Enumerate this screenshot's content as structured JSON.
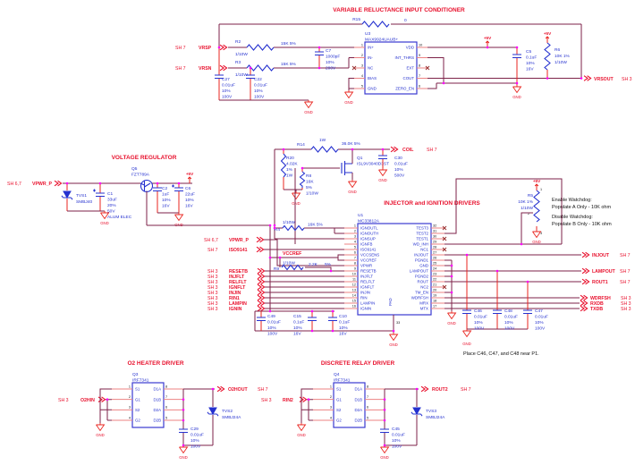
{
  "misc": {
    "gnd": "GND",
    "p5v": "+5V"
  },
  "vr": {
    "title": "VARIABLE RELUCTANCE INPUT CONDITIONER",
    "vrsp_sh": "SH 7",
    "vrsp": "VRSP",
    "vrsn_sh": "SH 7",
    "vrsn": "VRSN",
    "r15": [
      "R15",
      "0"
    ],
    "r2": [
      "R2",
      "1/10W",
      "15K 5%"
    ],
    "r3": [
      "R3",
      "1/10W",
      "15K 5%"
    ],
    "c7": [
      "C7",
      "1000pF",
      "10%",
      "200V"
    ],
    "c27": [
      "C27",
      "0.01uF",
      "10%",
      "100V"
    ],
    "c22": [
      "C22",
      "0.01uF",
      "10%",
      "100V"
    ],
    "u3": {
      "ref": "U3",
      "part": "MAX9924UAUB+",
      "left": [
        [
          "1",
          "IN+"
        ],
        [
          "2",
          "IN-"
        ],
        [
          "3",
          "NC",
          "x"
        ],
        [
          "4",
          "BIAS"
        ],
        [
          "5",
          "GND"
        ]
      ],
      "right": [
        [
          "10",
          "VDD"
        ],
        [
          "9",
          "INT_THRS"
        ],
        [
          "8",
          "EXT",
          "x"
        ],
        [
          "7",
          "COUT"
        ],
        [
          "6",
          "ZERO_EN"
        ]
      ]
    },
    "c5": [
      "C5",
      "0.1uF",
      "10%",
      "16V"
    ],
    "r6": [
      "R6",
      "10K 1%",
      "1/10W"
    ],
    "vrsout": "VRSOUT",
    "vrsout_sh": "SH 3"
  },
  "vreg": {
    "title": "VOLTAGE REGULATOR",
    "in_sh": "SH 6,7",
    "in_name": "VPWR_P",
    "tvs1": [
      "TVS1",
      "SMBJ40"
    ],
    "c1": [
      "C1",
      "33uF",
      "20%",
      "50V",
      "ALUM ELEC"
    ],
    "q5": [
      "Q5",
      "FZT789A"
    ],
    "c2": [
      "C2",
      "1uF",
      "10%",
      "16V"
    ],
    "c6": [
      "C6",
      "22uF",
      "10%",
      "16V"
    ]
  },
  "ign": {
    "r14": [
      "R14",
      "1W",
      "36.0K 5%"
    ],
    "q1": [
      "Q1",
      "ISL9V3040D3ST"
    ],
    "coil": "COIL",
    "coil_sh": "SH 7",
    "c30": [
      "C30",
      "0.01uF",
      "10%",
      "500V"
    ],
    "r20": [
      "R20",
      "4.02K",
      "1%",
      "1W"
    ],
    "r8": [
      "R8",
      "16K",
      "5%",
      "1/10W"
    ]
  },
  "u1": {
    "title": "INJECTOR and IGNITION DRIVERS",
    "ref": "U1",
    "part": "MC33812A",
    "pad": "PAD",
    "pad_num": "33",
    "left": [
      [
        "1",
        "IGNOUTL"
      ],
      [
        "2",
        "IGNOUTH"
      ],
      [
        "3",
        "IGNSUP"
      ],
      [
        "4",
        "IGNFB"
      ],
      [
        "5",
        "ISO9141"
      ],
      [
        "6",
        "VCCSENS"
      ],
      [
        "7",
        "VCCREF"
      ],
      [
        "8",
        "VPWR"
      ],
      [
        "9",
        "RESETB"
      ],
      [
        "10",
        "INJFLT"
      ],
      [
        "11",
        "RELFLT"
      ],
      [
        "12",
        "IGNFLT"
      ],
      [
        "13",
        "INJIN"
      ],
      [
        "14",
        "RIN"
      ],
      [
        "15",
        "LAMPIN"
      ],
      [
        "16",
        "IGNIN"
      ]
    ],
    "right": [
      [
        "32",
        "TEST3",
        "x"
      ],
      [
        "31",
        "TEST2"
      ],
      [
        "30",
        "TEST1",
        "x"
      ],
      [
        "29",
        "WD_INH"
      ],
      [
        "28",
        "NC1",
        "x"
      ],
      [
        "27",
        "INJOUT"
      ],
      [
        "26",
        "PGND1"
      ],
      [
        "25",
        "GND"
      ],
      [
        "24",
        "LAMPOUT"
      ],
      [
        "23",
        "PGND2"
      ],
      [
        "22",
        "ROUT"
      ],
      [
        "21",
        "NC2",
        "x"
      ],
      [
        "20",
        "TM_EN"
      ],
      [
        "19",
        "WDRFSH"
      ],
      [
        "18",
        "MRX"
      ],
      [
        "17",
        "MTX"
      ]
    ],
    "in_vpwr": [
      "SH 6,7",
      "VPWR_P"
    ],
    "in_iso": [
      "SH 7",
      "ISO9141"
    ],
    "vccref": "VCCREF",
    "r4": [
      "R4",
      "1/10W",
      "16K 5%"
    ],
    "r9": [
      "R9",
      "1/10W",
      "2.2K",
      "5%"
    ],
    "in_rows": [
      [
        "SH 3",
        "RESETB"
      ],
      [
        "SH 3",
        "INJFLT"
      ],
      [
        "SH 3",
        "RELFLT"
      ],
      [
        "SH 3",
        "IGNFLT"
      ],
      [
        "SH 3",
        "INJIN"
      ],
      [
        "SH 3",
        "RIN1"
      ],
      [
        "SH 3",
        "LAMPIN"
      ],
      [
        "SH 3",
        "IGNIN"
      ]
    ],
    "r5": [
      "R5",
      "10K 1%",
      "1/10W"
    ],
    "r5_pins": [
      "1",
      "2",
      "3"
    ],
    "wd": [
      "Enable Watchdog:",
      "Populate A Only - 10K ohm",
      "Disable Watchdog:",
      "Populate B Only - 10K ohm"
    ],
    "outs": [
      [
        "INJOUT",
        "SH 7"
      ],
      [
        "LAMPOUT",
        "SH 7"
      ],
      [
        "ROUT1",
        "SH 7"
      ],
      [
        "WDRFSH",
        "SH 3"
      ],
      [
        "RXDB",
        "SH 3"
      ],
      [
        "TXDB",
        "SH 3"
      ]
    ],
    "c49": [
      "C49",
      "0.01uF",
      "10%",
      "100V"
    ],
    "c15": [
      "C15",
      "0.1uF",
      "10%",
      "16V"
    ],
    "c10": [
      "C10",
      "0.1uF",
      "10%",
      "16V"
    ],
    "c46": [
      "C46",
      "0.01uF",
      "10%",
      "100V"
    ],
    "c48": [
      "C48",
      "0.01uF",
      "10%",
      "100V"
    ],
    "c47": [
      "C47",
      "0.01uF",
      "10%",
      "100V"
    ],
    "note": "Place C46, C47, and C48 near P1."
  },
  "o2": {
    "title": "O2 HEATER DRIVER",
    "q3": [
      "Q3",
      "IRF7341"
    ],
    "pins_l": [
      [
        "1",
        "S1"
      ],
      [
        "2",
        "G1"
      ],
      [
        "3",
        "S2"
      ],
      [
        "4",
        "G2"
      ]
    ],
    "pins_r": [
      [
        "8",
        "D1A"
      ],
      [
        "7",
        "D1B"
      ],
      [
        "6",
        "D2A"
      ],
      [
        "5",
        "D2B"
      ]
    ],
    "in_sh": "SH 3",
    "in_name": "O2HIN",
    "out_name": "O2HOUT",
    "out_sh": "SH 7",
    "tvs2": [
      "TVS2",
      "SMBJ24A"
    ],
    "c29": [
      "C29",
      "0.01uF",
      "10%",
      "100V"
    ]
  },
  "relay": {
    "title": "DISCRETE RELAY DRIVER",
    "q4": [
      "Q4",
      "IRF7341"
    ],
    "pins_l": [
      [
        "1",
        "S1"
      ],
      [
        "2",
        "G1"
      ],
      [
        "3",
        "S2"
      ],
      [
        "4",
        "G2"
      ]
    ],
    "pins_r": [
      [
        "8",
        "D1A"
      ],
      [
        "7",
        "D1B"
      ],
      [
        "6",
        "D2A"
      ],
      [
        "5",
        "D2B"
      ]
    ],
    "in_sh": "SH 3",
    "in_name": "RIN2",
    "out_name": "ROUT2",
    "out_sh": "SH 7",
    "tvs3": [
      "TVS3",
      "SMBJ24A"
    ],
    "c45": [
      "C45",
      "0.01uF",
      "10%",
      "100V"
    ]
  }
}
